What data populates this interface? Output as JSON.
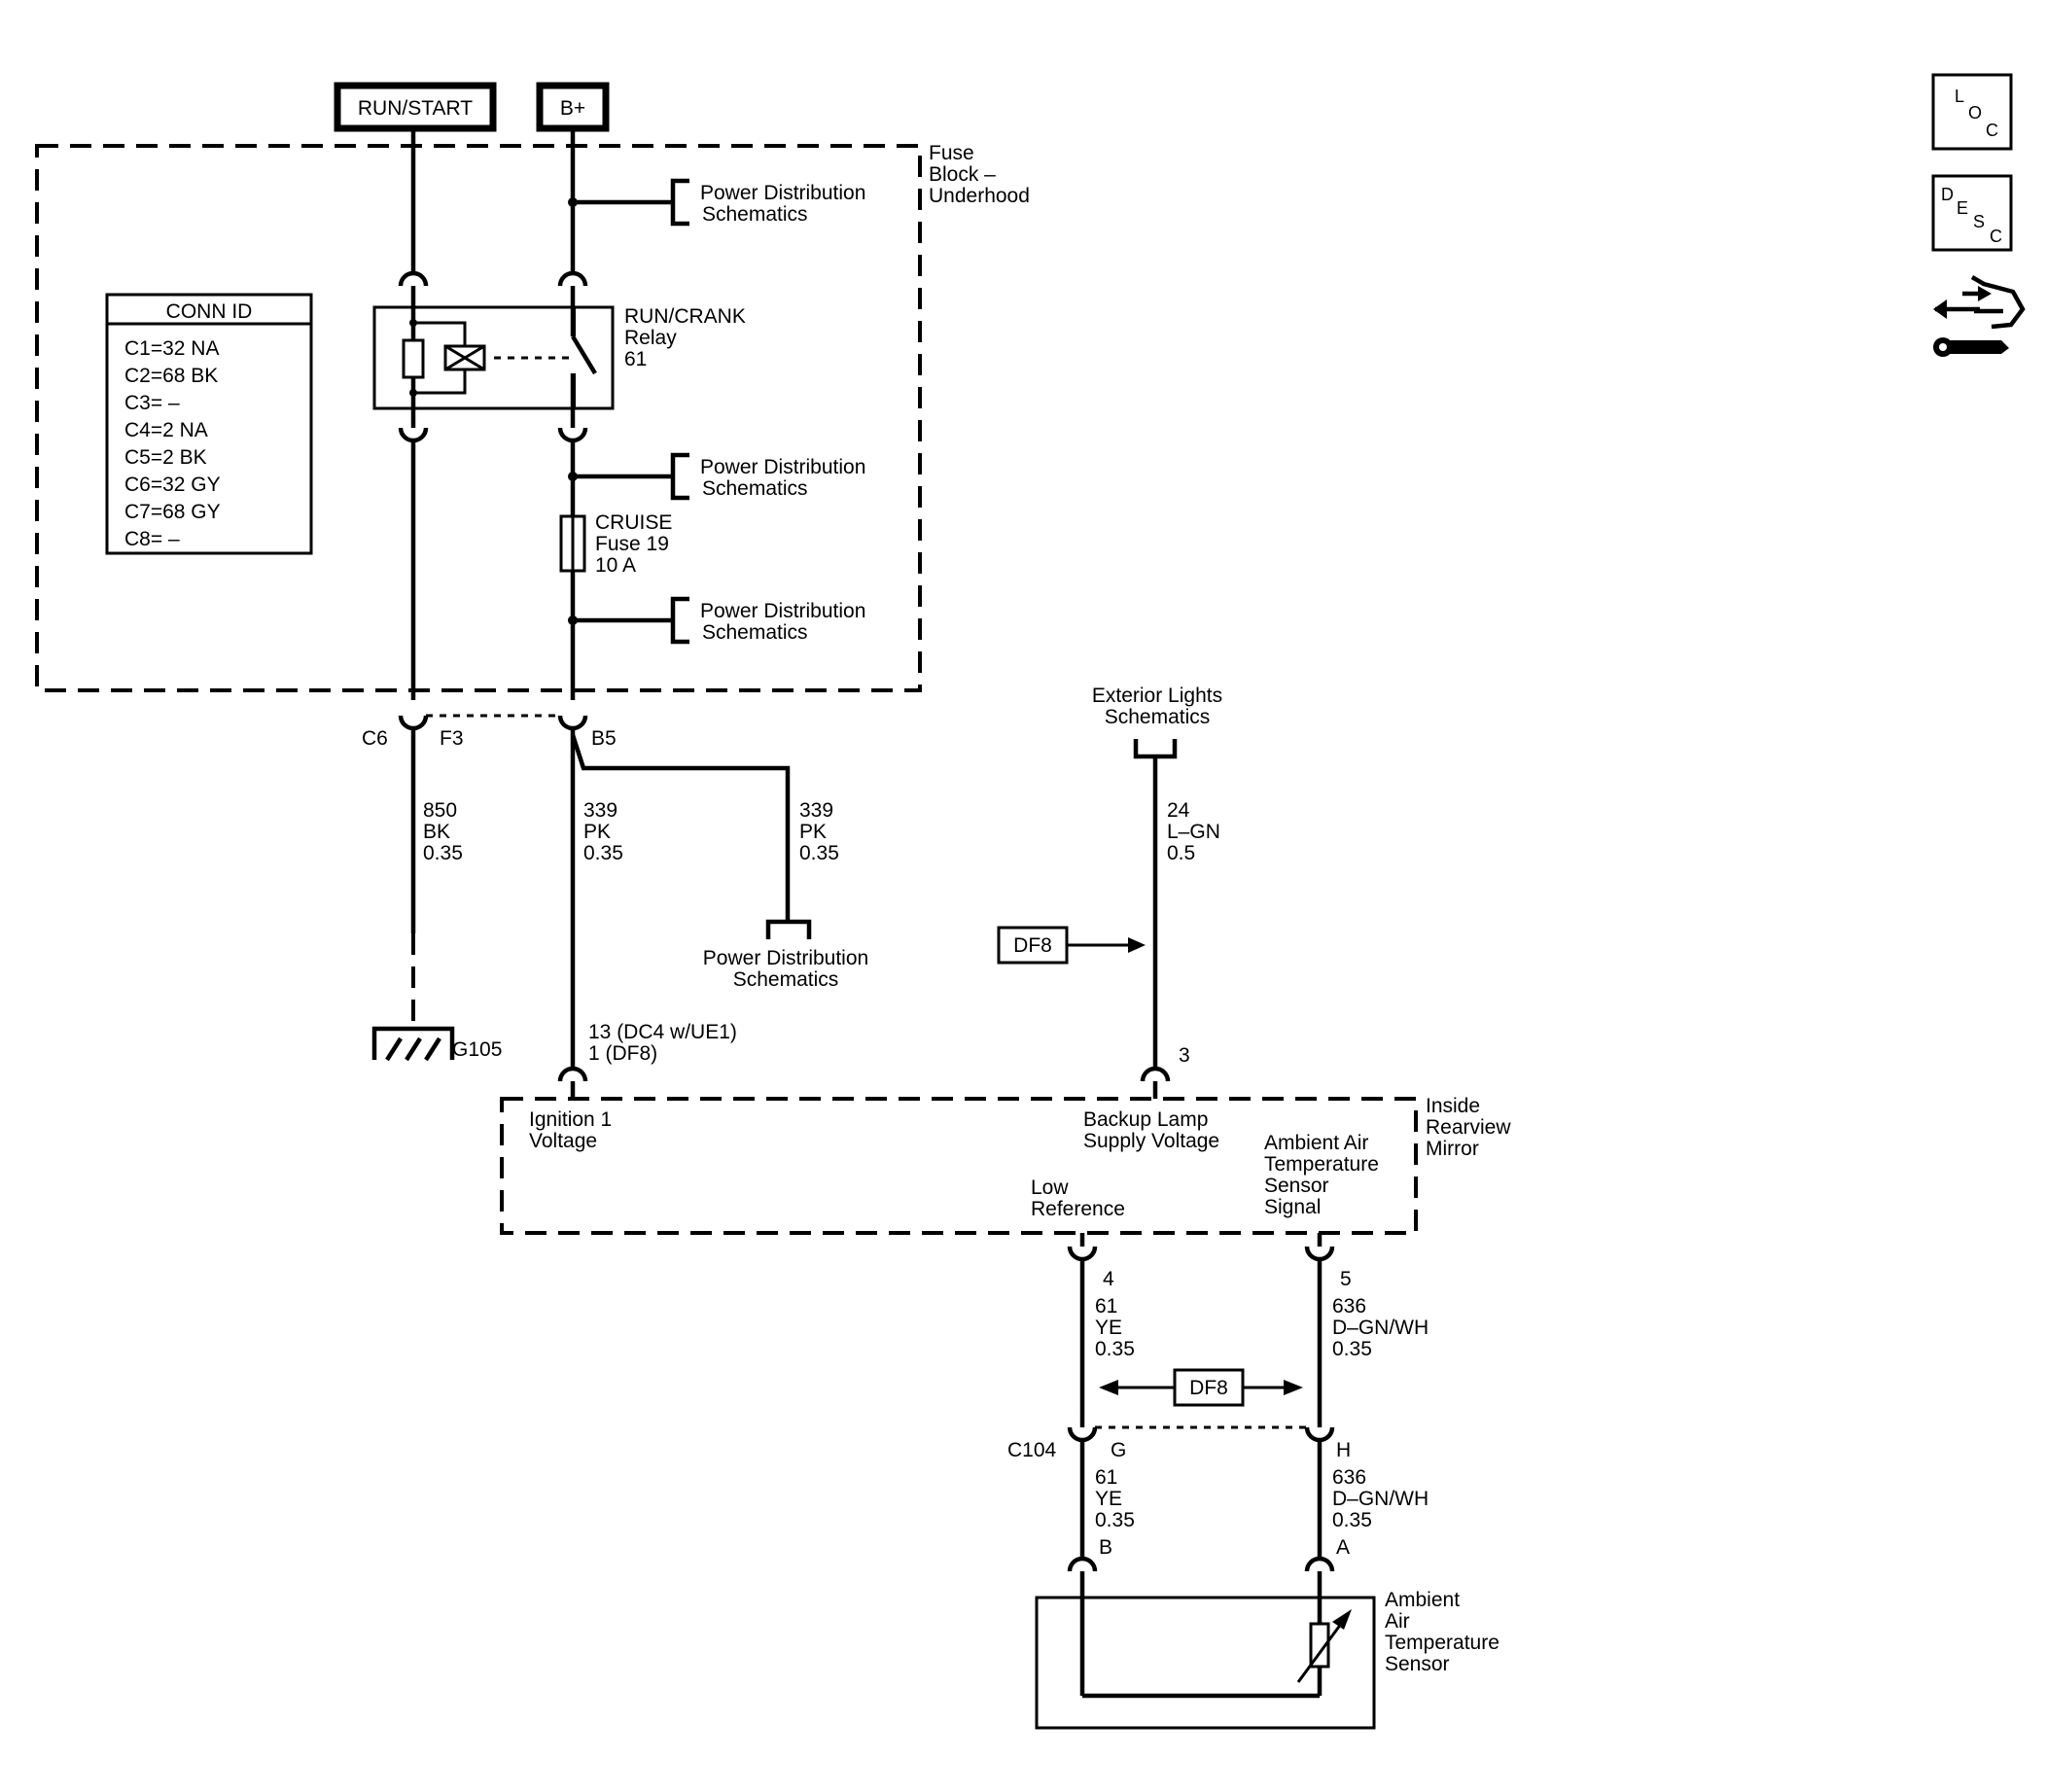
{
  "power": {
    "run_start": "RUN/START",
    "b_plus": "B+"
  },
  "fuse_block": {
    "l1": "Fuse",
    "l2": "Block –",
    "l3": "Underhood"
  },
  "power_distribution": {
    "l1": "Power Distribution",
    "l2": "Schematics"
  },
  "conn_id": {
    "title": "CONN ID",
    "rows": [
      "C1=32 NA",
      "C2=68 BK",
      "C3= –",
      "C4=2 NA",
      "C5=2 BK",
      "C6=32 GY",
      "C7=68 GY",
      "C8= –"
    ]
  },
  "relay": {
    "l1": "RUN/CRANK",
    "l2": "Relay",
    "l3": "61"
  },
  "fuse": {
    "l1": "CRUISE",
    "l2": "Fuse 19",
    "l3": "10 A"
  },
  "connector_top": {
    "name": "C6",
    "pin_left": "F3",
    "pin_right": "B5"
  },
  "wire_850": {
    "circuit": "850",
    "color": "BK",
    "gauge": "0.35"
  },
  "wire_339a": {
    "circuit": "339",
    "color": "PK",
    "gauge": "0.35"
  },
  "wire_339b": {
    "circuit": "339",
    "color": "PK",
    "gauge": "0.35"
  },
  "ground": {
    "label": "G105"
  },
  "exterior_lights": {
    "l1": "Exterior Lights",
    "l2": "Schematics"
  },
  "wire_24": {
    "circuit": "24",
    "color": "L–GN",
    "gauge": "0.5"
  },
  "df8_label": "DF8",
  "mirror_pins": {
    "ign_l1": "13 (DC4 w/UE1)",
    "ign_l2": "1 (DF8)",
    "backup": "3"
  },
  "mirror": {
    "name_l1": "Inside",
    "name_l2": "Rearview",
    "name_l3": "Mirror",
    "ign_l1": "Ignition 1",
    "ign_l2": "Voltage",
    "backup_l1": "Backup Lamp",
    "backup_l2": "Supply Voltage",
    "amb_l1": "Ambient Air",
    "amb_l2": "Temperature",
    "amb_l3": "Sensor",
    "amb_l4": "Signal",
    "low_l1": "Low",
    "low_l2": "Reference"
  },
  "mirror_out": {
    "pin_low": "4",
    "pin_sig": "5"
  },
  "wire_61a": {
    "circuit": "61",
    "color": "YE",
    "gauge": "0.35"
  },
  "wire_636a": {
    "circuit": "636",
    "color": "D–GN/WH",
    "gauge": "0.35"
  },
  "connector_c104": {
    "name": "C104",
    "pin_left": "G",
    "pin_right": "H"
  },
  "wire_61b": {
    "circuit": "61",
    "color": "YE",
    "gauge": "0.35"
  },
  "wire_636b": {
    "circuit": "636",
    "color": "D–GN/WH",
    "gauge": "0.35"
  },
  "sensor_pins": {
    "left": "B",
    "right": "A"
  },
  "sensor": {
    "l1": "Ambient",
    "l2": "Air",
    "l3": "Temperature",
    "l4": "Sensor"
  },
  "side_icons": {
    "loc": {
      "a": "L",
      "b": "O",
      "c": "C"
    },
    "desc": {
      "a": "D",
      "b": "E",
      "c": "S",
      "d": "C"
    },
    "nav_icon": "hand-wrench-arrows-icon"
  }
}
